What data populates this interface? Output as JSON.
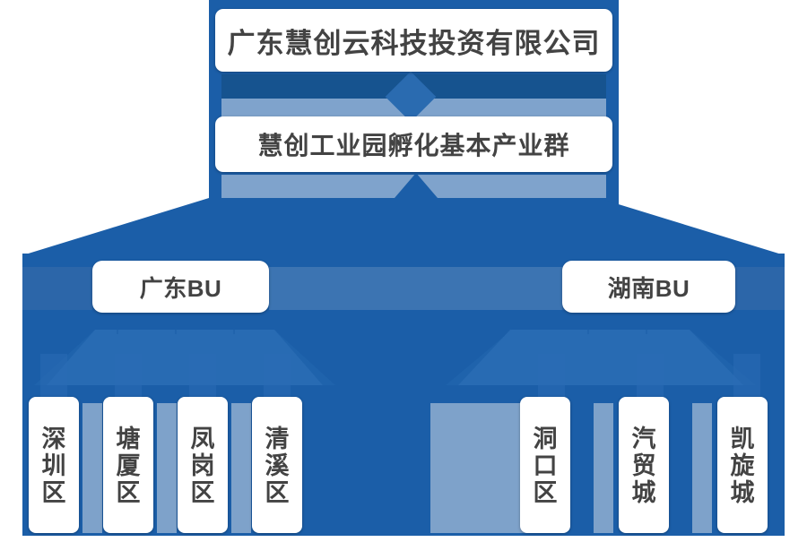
{
  "diagram": {
    "type": "org-chart",
    "title_top": "广东慧创云科技投资有限公司",
    "title_second": "慧创工业园孵化基本产业群",
    "colors": {
      "primary_blue": "#1b5ea8",
      "dark_blue": "#16538f",
      "mid_blue": "#3c74b2",
      "light_blue": "#7ea2ca",
      "node_bg": "#ffffff",
      "text": "#434343"
    },
    "levels": [
      {
        "level": 1,
        "nodes": [
          {
            "label": "广东慧创云科技投资有限公司"
          }
        ]
      },
      {
        "level": 2,
        "nodes": [
          {
            "label": "慧创工业园孵化基本产业群"
          }
        ]
      },
      {
        "level": 3,
        "nodes": [
          {
            "label": "广东BU"
          },
          {
            "label": "湖南BU"
          }
        ]
      },
      {
        "level": 4,
        "nodes": [
          {
            "label": "深圳区",
            "chars": [
              "深",
              "圳",
              "区"
            ],
            "parent": "广东BU"
          },
          {
            "label": "塘厦区",
            "chars": [
              "塘",
              "厦",
              "区"
            ],
            "parent": "广东BU"
          },
          {
            "label": "凤岗区",
            "chars": [
              "凤",
              "岗",
              "区"
            ],
            "parent": "广东BU"
          },
          {
            "label": "清溪区",
            "chars": [
              "清",
              "溪",
              "区"
            ],
            "parent": "广东BU"
          },
          {
            "label": "洞口区",
            "chars": [
              "洞",
              "口",
              "区"
            ],
            "parent": "湖南BU"
          },
          {
            "label": "汽贸城",
            "chars": [
              "汽",
              "贸",
              "城"
            ],
            "parent": "湖南BU"
          },
          {
            "label": "凯旋城",
            "chars": [
              "凯",
              "旋",
              "城"
            ],
            "parent": "湖南BU"
          }
        ]
      }
    ],
    "bu_left": "广东BU",
    "bu_right": "湖南BU",
    "leaves": {
      "l1c1": "深",
      "l1c2": "圳",
      "l1c3": "区",
      "l2c1": "塘",
      "l2c2": "厦",
      "l2c3": "区",
      "l3c1": "凤",
      "l3c2": "岗",
      "l3c3": "区",
      "l4c1": "清",
      "l4c2": "溪",
      "l4c3": "区",
      "r1c1": "洞",
      "r1c2": "口",
      "r1c3": "区",
      "r2c1": "汽",
      "r2c2": "贸",
      "r2c3": "城",
      "r3c1": "凯",
      "r3c2": "旋",
      "r3c3": "城"
    }
  }
}
